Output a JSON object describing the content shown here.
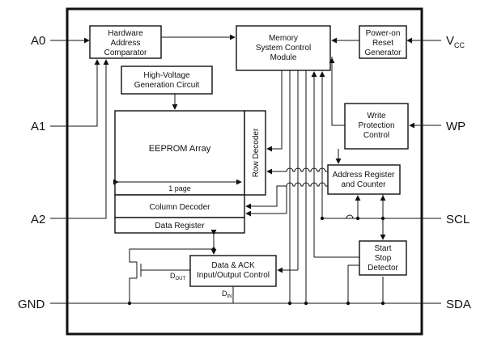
{
  "pins": {
    "a0": "A0",
    "a1": "A1",
    "a2": "A2",
    "gnd": "GND",
    "vcc": "V",
    "vcc_sub": "CC",
    "wp": "WP",
    "scl": "SCL",
    "sda": "SDA"
  },
  "blocks": {
    "hw_comparator": [
      "Hardware",
      "Address",
      "Comparator"
    ],
    "memory_control": [
      "Memory",
      "System Control",
      "Module"
    ],
    "power_on_reset": [
      "Power-on",
      "Reset",
      "Generator"
    ],
    "high_voltage": [
      "High-Voltage",
      "Generation Circuit"
    ],
    "eeprom_array": "EEPROM Array",
    "page_label": "1 page",
    "row_decoder": "Row Decoder",
    "write_protection": [
      "Write",
      "Protection",
      "Control"
    ],
    "address_register": [
      "Address Register",
      "and Counter"
    ],
    "column_decoder": "Column Decoder",
    "data_register": "Data Register",
    "start_stop": [
      "Start",
      "Stop",
      "Detector"
    ],
    "data_ack": [
      "Data & ACK",
      "Input/Output Control"
    ]
  },
  "signals": {
    "dout": "D",
    "dout_sub": "OUT",
    "din": "D",
    "din_sub": "IN"
  }
}
